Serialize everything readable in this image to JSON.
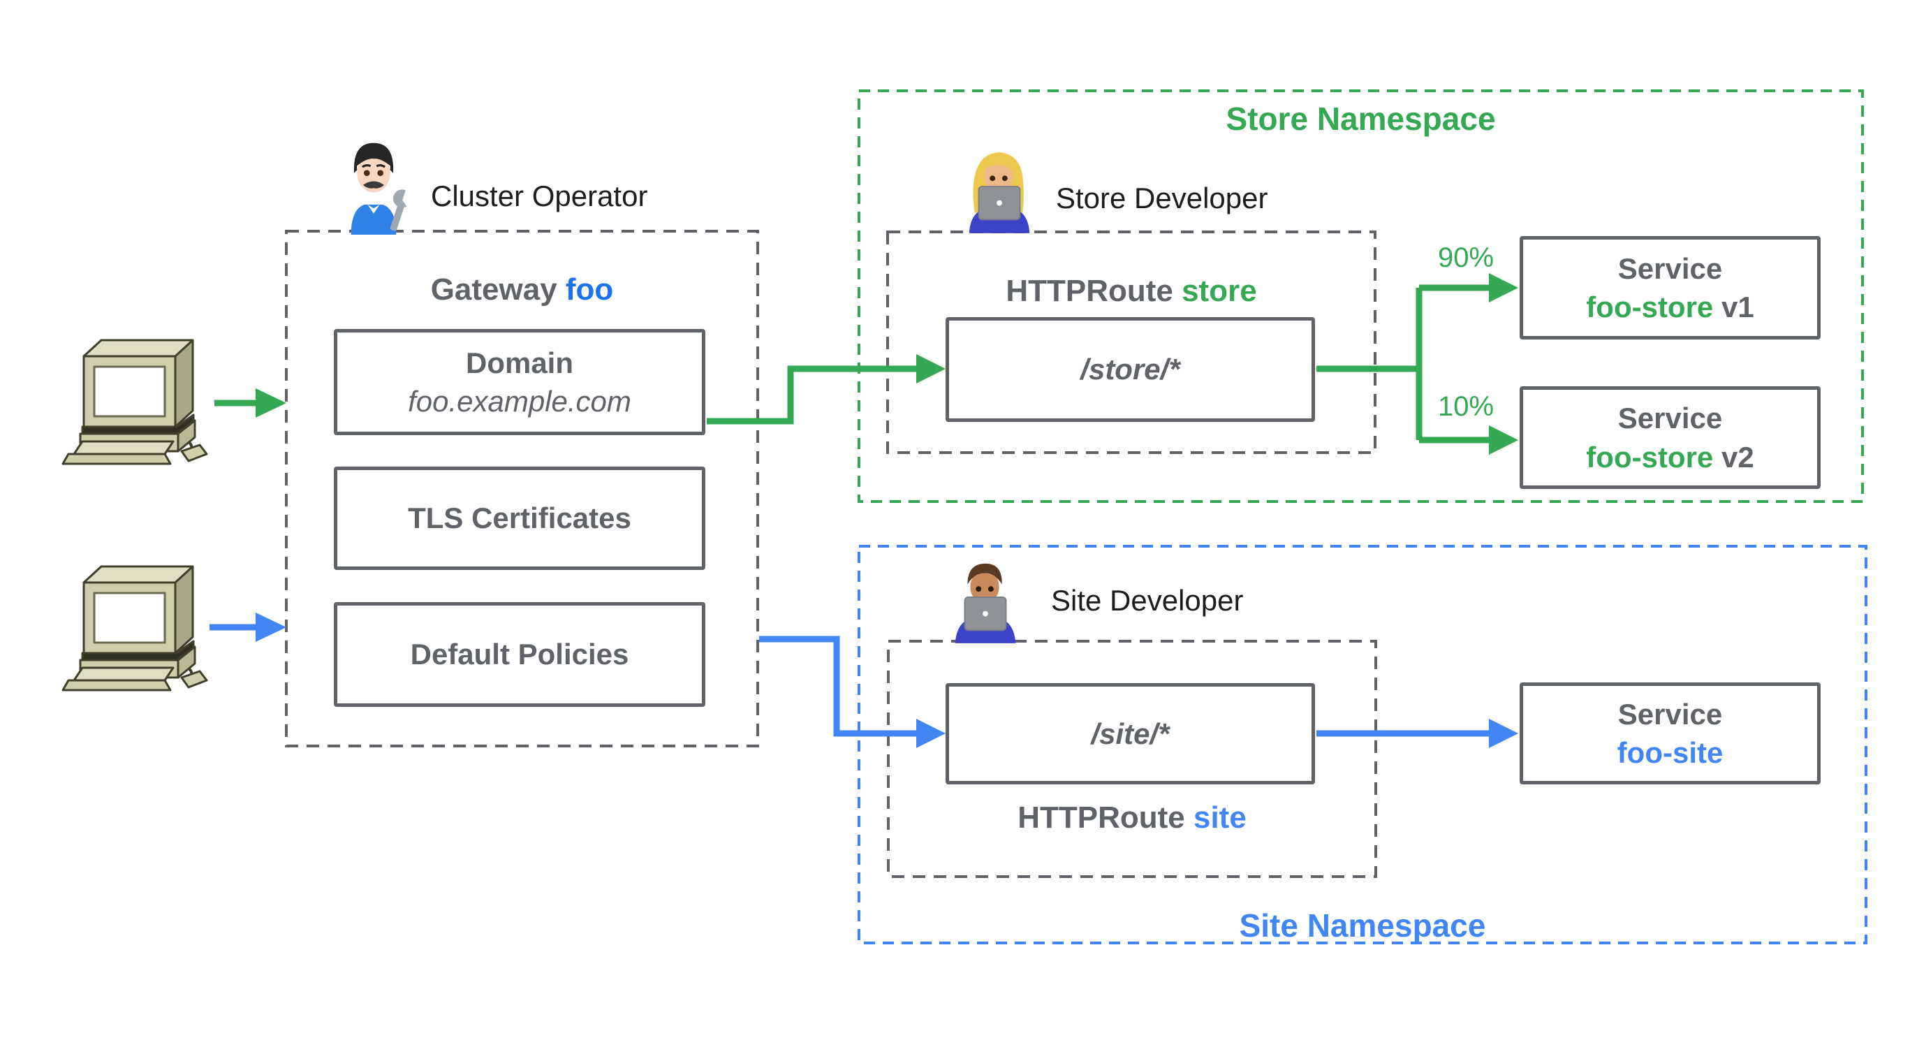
{
  "colors": {
    "green": "#34a853",
    "blue": "#4285f4",
    "gateway_accent_blue": "#1a73e8",
    "gray_text": "#5f6368",
    "dashed_gray": "#5f6368",
    "label_black": "#1d1d1d"
  },
  "actors": {
    "cluster_operator": {
      "label": "Cluster Operator",
      "icon": "man-mechanic-emoji"
    },
    "store_developer": {
      "label": "Store Developer",
      "icon": "woman-technologist-emoji"
    },
    "site_developer": {
      "label": "Site Developer",
      "icon": "man-technologist-emoji"
    }
  },
  "clients": {
    "icon": "desktop-computer-clipart",
    "top_arrow_color": "#34a853",
    "bottom_arrow_color": "#4285f4"
  },
  "gateway": {
    "title_prefix": "Gateway ",
    "title_name": "foo",
    "domain": {
      "title": "Domain",
      "value": "foo.example.com"
    },
    "tls": {
      "title": "TLS Certificates"
    },
    "policies": {
      "title": "Default Policies"
    }
  },
  "store_namespace": {
    "title": "Store Namespace",
    "httproute": {
      "prefix": "HTTPRoute ",
      "name": "store"
    },
    "path_rule": "/store/*",
    "weights": {
      "to_v1": "90%",
      "to_v2": "10%"
    },
    "services": {
      "v1": {
        "kind": "Service",
        "name": "foo-store",
        "version": " v1"
      },
      "v2": {
        "kind": "Service",
        "name": "foo-store",
        "version": " v2"
      }
    }
  },
  "site_namespace": {
    "title": "Site Namespace",
    "httproute": {
      "prefix": "HTTPRoute ",
      "name": "site"
    },
    "path_rule": "/site/*",
    "service": {
      "kind": "Service",
      "name": "foo-site"
    }
  }
}
